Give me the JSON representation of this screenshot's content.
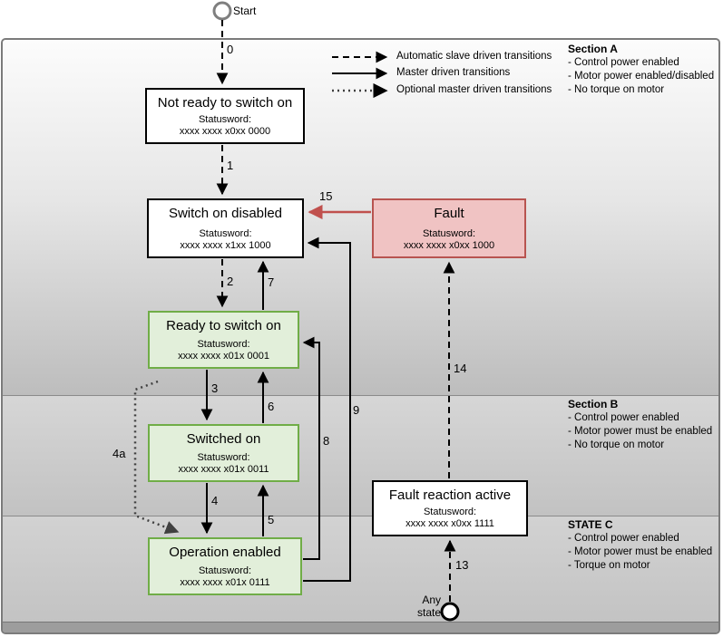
{
  "start_label": "Start",
  "any_state_label": "Any state",
  "legend": {
    "items": [
      {
        "style": "dashed",
        "label": "Automatic slave driven  transitions"
      },
      {
        "style": "solid",
        "label": "Master driven transitions"
      },
      {
        "style": "dotted",
        "label": "Optional master driven transitions"
      }
    ]
  },
  "states": {
    "not_ready": {
      "title": "Not ready to switch on",
      "statusword_label": "Statusword:",
      "statusword": "xxxx xxxx x0xx 0000"
    },
    "switch_on_disabled": {
      "title": "Switch on disabled",
      "statusword_label": "Statusword:",
      "statusword": "xxxx xxxx x1xx 1000"
    },
    "fault": {
      "title": "Fault",
      "statusword_label": "Statusword:",
      "statusword": "xxxx xxxx x0xx 1000"
    },
    "ready": {
      "title": "Ready to switch on",
      "statusword_label": "Statusword:",
      "statusword": "xxxx xxxx x01x 0001"
    },
    "switched_on": {
      "title": "Switched on",
      "statusword_label": "Statusword:",
      "statusword": "xxxx xxxx x01x 0011"
    },
    "operation_enabled": {
      "title": "Operation enabled",
      "statusword_label": "Statusword:",
      "statusword": "xxxx xxxx x01x 0111"
    },
    "fault_reaction": {
      "title": "Fault reaction active",
      "statusword_label": "Statusword:",
      "statusword": "xxxx xxxx x0xx 1111"
    }
  },
  "transitions": {
    "t0": "0",
    "t1": "1",
    "t2": "2",
    "t3": "3",
    "t4": "4",
    "t4a": "4a",
    "t5": "5",
    "t6": "6",
    "t7": "7",
    "t8": "8",
    "t9": "9",
    "t13": "13",
    "t14": "14",
    "t15": "15"
  },
  "sections": {
    "a": {
      "title": "Section A",
      "lines": [
        "- Control power enabled",
        "- Motor power enabled/disabled",
        "- No torque on motor"
      ]
    },
    "b": {
      "title": "Section B",
      "lines": [
        "- Control power enabled",
        "- Motor power must be enabled",
        "- No torque on motor"
      ]
    },
    "c": {
      "title": "STATE C",
      "lines": [
        "- Control power enabled",
        "- Motor power must be enabled",
        "- Torque on motor"
      ]
    }
  },
  "colors": {
    "ok_fill": "#e2efda",
    "ok_border": "#70ad47",
    "fault_fill": "#f0c3c3",
    "fault_border": "#b85450",
    "neutral_fill": "#ffffff",
    "neutral_border": "#000000",
    "transition_red": "#c0504d"
  }
}
